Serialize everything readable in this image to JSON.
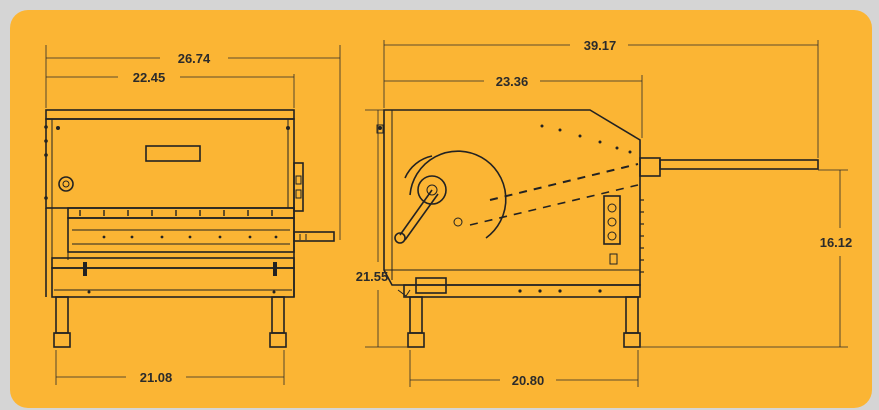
{
  "diagram": {
    "background_color": "#fbb534",
    "frame_color": "#d5d5d5",
    "line_color": "#222222",
    "front_view": {
      "overall_width_label": "26.74",
      "body_width_label": "22.45",
      "leg_span_label": "21.08"
    },
    "side_view": {
      "overall_length_label": "39.17",
      "body_length_label": "23.36",
      "leg_span_label": "20.80",
      "total_height_label": "21.55",
      "conveyor_height_label": "16.12"
    }
  }
}
